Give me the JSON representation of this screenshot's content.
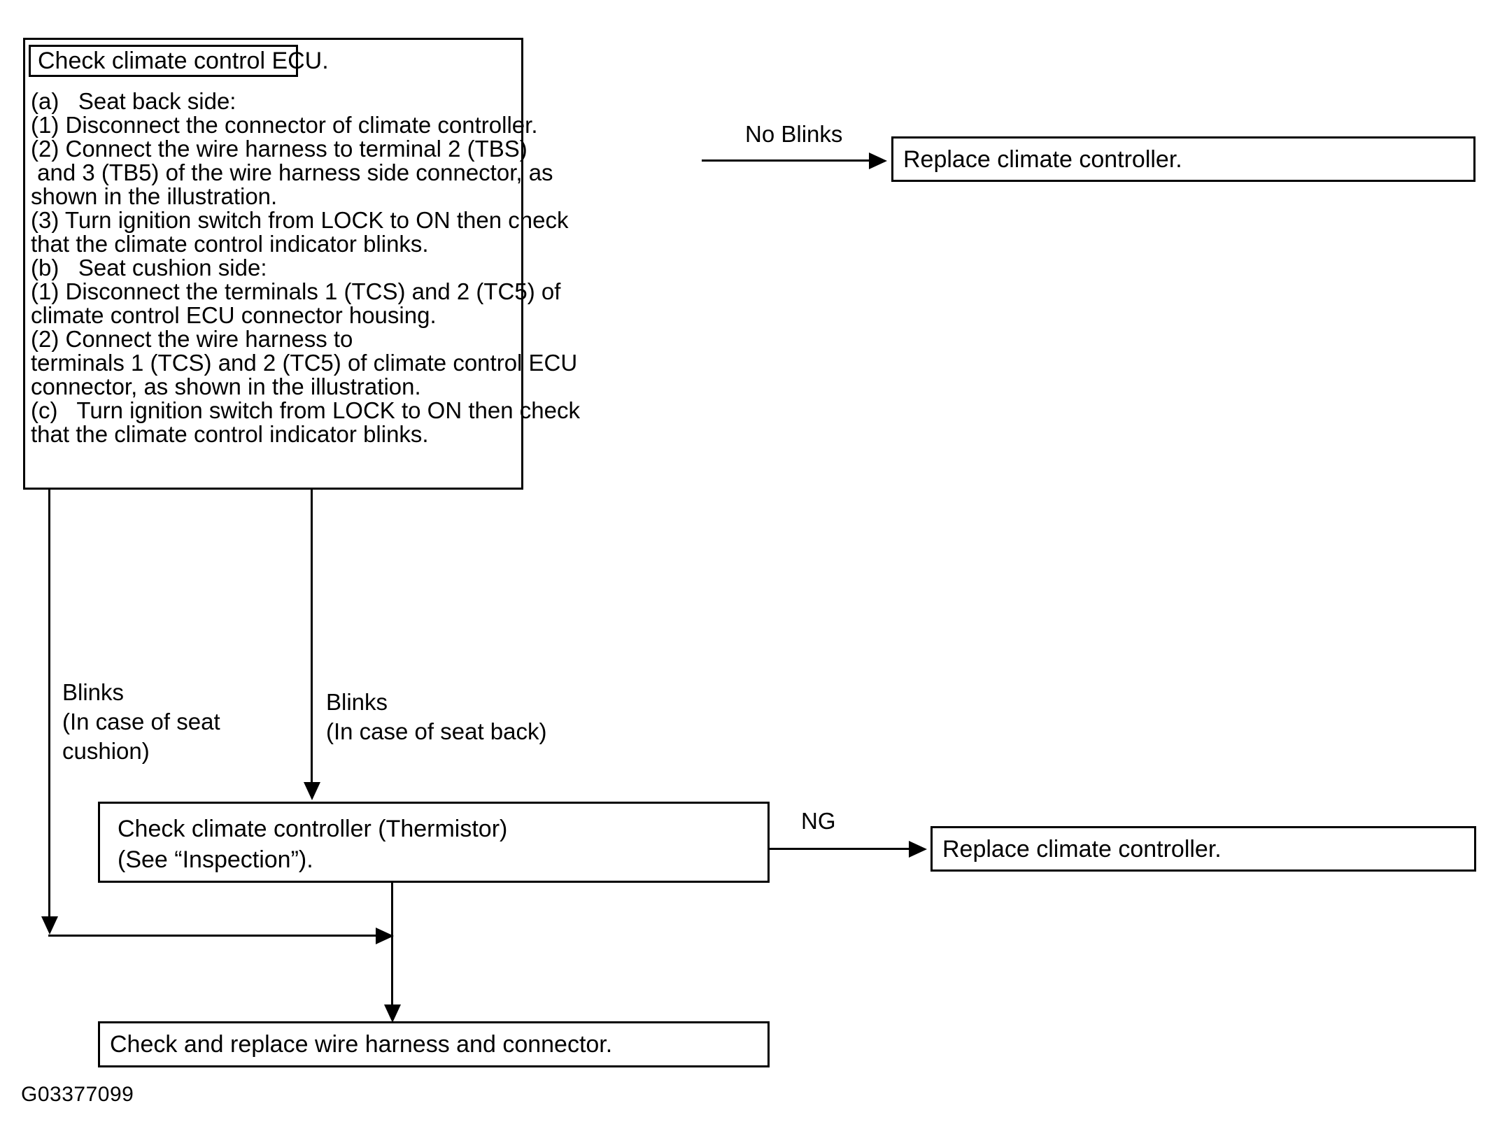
{
  "figure": {
    "id_code": "G03377099"
  },
  "nodes": {
    "main_check": {
      "title": "Check climate control ECU.",
      "lines": [
        "(a)   Seat back side:",
        "(1) Disconnect the connector of climate controller.",
        "(2) Connect the wire harness to terminal 2 (TBS)",
        " and 3 (TB5) of the wire harness side connector, as",
        "shown in the illustration.",
        "(3) Turn ignition switch from LOCK to ON then check",
        "that the climate control indicator blinks.",
        "(b)   Seat cushion side:",
        "(1) Disconnect the terminals 1 (TCS) and 2 (TC5) of",
        "climate control ECU connector housing.",
        "(2) Connect the wire harness to",
        "terminals 1 (TCS) and 2 (TC5) of climate control ECU",
        "connector, as shown in the illustration.",
        "(c)   Turn ignition switch from LOCK to ON then check",
        "that the climate control indicator blinks."
      ]
    },
    "replace_top": {
      "label": "Replace climate controller."
    },
    "thermistor_check": {
      "line1": "Check climate controller (Thermistor)",
      "line2": "(See “Inspection”)."
    },
    "replace_bottom": {
      "label": "Replace climate controller."
    },
    "wire_harness": {
      "label": "Check and replace wire harness and connector."
    }
  },
  "edges": {
    "no_blinks": {
      "label": "No Blinks"
    },
    "blinks_cushion": {
      "line1": "Blinks",
      "line2": "(In case of seat",
      "line3": "cushion)"
    },
    "blinks_seatback": {
      "line1": "Blinks",
      "line2": "(In case of seat back)"
    },
    "ng": {
      "label": "NG"
    }
  },
  "colors": {
    "stroke": "#000000",
    "background": "#ffffff"
  }
}
